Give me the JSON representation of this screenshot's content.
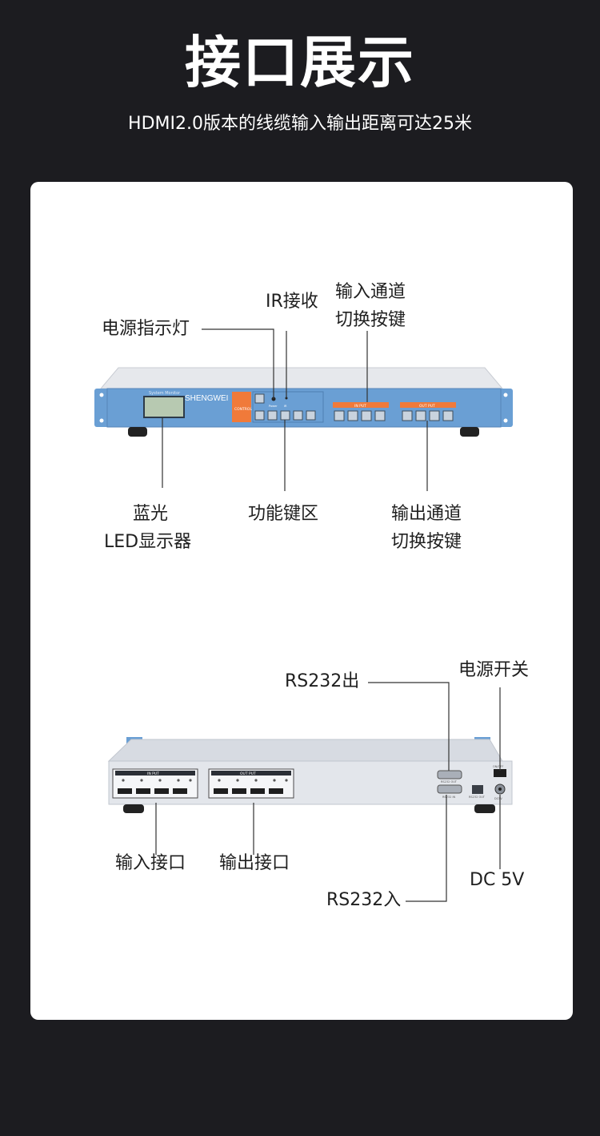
{
  "header": {
    "title": "接口展示",
    "subtitle": "HDMI2.0版本的线缆输入输出距离可达25米"
  },
  "front_panel": {
    "brand": "SHENGWEI",
    "brand_caption": "System Monitor",
    "control_label": "CONTROL",
    "power_text": "Power",
    "ir_text": "IR",
    "input_strip": "IN PUT",
    "output_strip": "OUT PUT",
    "labels": {
      "power_led": "电源指示灯",
      "ir_receiver": "IR接收",
      "input_switch_line1": "输入通道",
      "input_switch_line2": "切换按键",
      "display_line1": "蓝光",
      "display_line2": "LED显示器",
      "function_keys": "功能键区",
      "output_switch_line1": "输出通道",
      "output_switch_line2": "切换按键"
    }
  },
  "rear_panel": {
    "input_strip": "IN PUT",
    "output_strip": "OUT PUT",
    "rs232_out_small": "RS232 OUT",
    "rs232_in_small": "RS232 IN",
    "rs232_out2_small": "RS232 OUT",
    "power_small": "ON/OFF",
    "dc_small": "DC5V",
    "labels": {
      "rs232_out": "RS232出",
      "power_switch": "电源开关",
      "input_ports": "输入接口",
      "output_ports": "输出接口",
      "dc": "DC 5V",
      "rs232_in": "RS232入"
    }
  },
  "colors": {
    "background": "#1c1c20",
    "card": "#ffffff",
    "panel_blue": "#6a9fd4",
    "accent_orange": "#f07a3a",
    "chassis": "#dfe2e8"
  }
}
